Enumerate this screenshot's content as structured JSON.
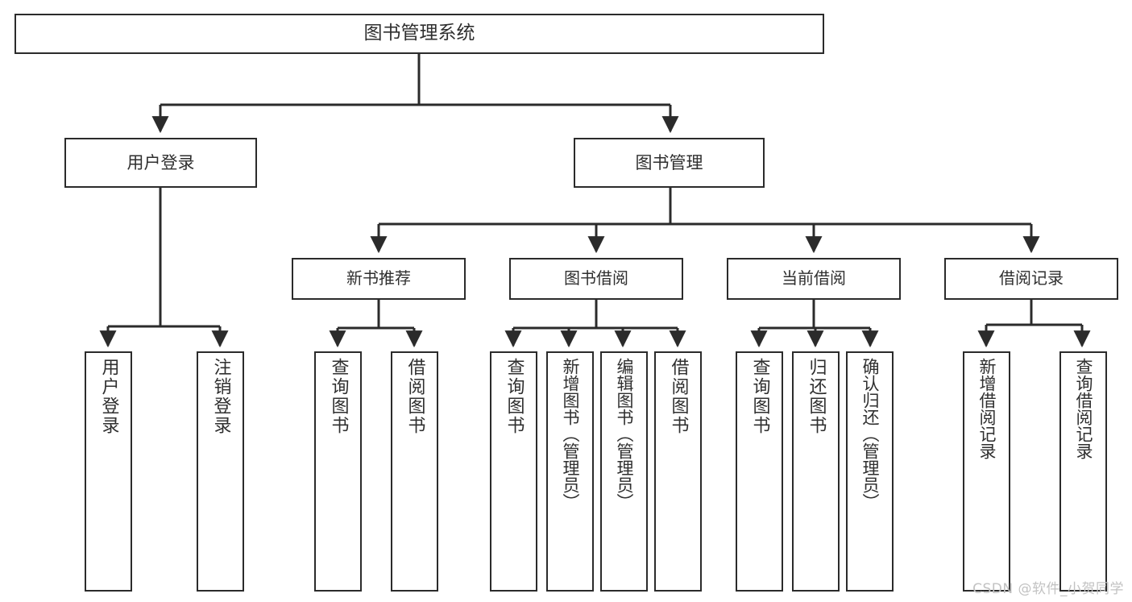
{
  "diagram": {
    "title": "图书管理系统",
    "watermark": "CSDN @软件_小贺同学",
    "colors": {
      "box_border": "#2b2b2b",
      "box_fill": "#ffffff",
      "text": "#2f2f2f",
      "edge": "#2b2b2b",
      "background": "#ffffff",
      "watermark": "#c2c2c2"
    },
    "nodes": {
      "root": "图书管理系统",
      "level2": [
        {
          "id": "user-login",
          "label": "用户登录"
        },
        {
          "id": "book-management",
          "label": "图书管理"
        }
      ],
      "level3": [
        {
          "id": "new-book-recommend",
          "label": "新书推荐"
        },
        {
          "id": "book-borrow",
          "label": "图书借阅"
        },
        {
          "id": "current-borrow",
          "label": "当前借阅"
        },
        {
          "id": "borrow-record",
          "label": "借阅记录"
        }
      ],
      "leaves": {
        "user_login": [
          {
            "id": "user-login-leaf",
            "label": "用户登录"
          },
          {
            "id": "logout-leaf",
            "label": "注销登录"
          }
        ],
        "new_book_recommend": [
          {
            "id": "query-books-new",
            "label": "查询图书"
          },
          {
            "id": "borrow-books-new",
            "label": "借阅图书"
          }
        ],
        "book_borrow": [
          {
            "id": "query-books-borrow",
            "label": "查询图书"
          },
          {
            "id": "add-book-admin",
            "label": "新增图书（管理员）"
          },
          {
            "id": "edit-book-admin",
            "label": "编辑图书（管理员）"
          },
          {
            "id": "borrow-books",
            "label": "借阅图书"
          }
        ],
        "current_borrow": [
          {
            "id": "query-books-current",
            "label": "查询图书"
          },
          {
            "id": "return-books",
            "label": "归还图书"
          },
          {
            "id": "confirm-return-admin",
            "label": "确认归还（管理员）"
          }
        ],
        "borrow_record": [
          {
            "id": "add-borrow-record",
            "label": "新增借阅记录"
          },
          {
            "id": "query-borrow-record",
            "label": "查询借阅记录"
          }
        ]
      }
    }
  }
}
